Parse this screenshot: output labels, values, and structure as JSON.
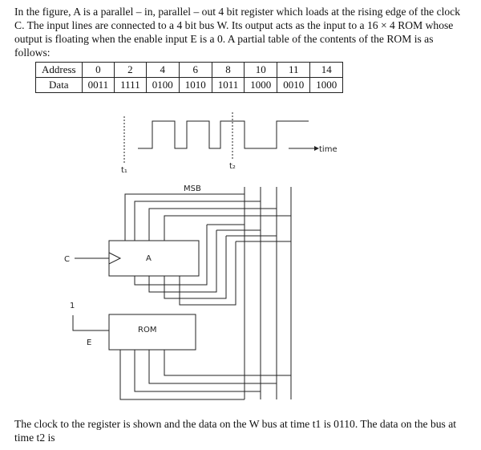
{
  "question": {
    "intro": "In the figure, A is a parallel – in, parallel – out 4 bit register which loads at the rising edge of the clock C. The input lines are connected to a 4 bit bus W. Its output acts as the input to a 16 × 4 ROM whose output is floating when the enable input E is a 0. A partial table of the contents of the ROM is as follows:",
    "closing": "The clock to the register is shown and the data on the W bus at time t1 is 0110. The data on the bus at time t2 is"
  },
  "rom_table": {
    "row1_label": "Address",
    "row2_label": "Data",
    "addresses": [
      "0",
      "2",
      "4",
      "6",
      "8",
      "10",
      "11",
      "14"
    ],
    "data": [
      "0011",
      "1111",
      "0100",
      "1010",
      "1011",
      "1000",
      "0010",
      "1000"
    ]
  },
  "diagram": {
    "time_label": "time",
    "t1_label": "t₁",
    "t2_label": "t₂",
    "msb_label": "MSB",
    "clock_label": "C",
    "register_label": "A",
    "rom_label": "ROM",
    "enable_value": "1",
    "enable_label": "E"
  }
}
